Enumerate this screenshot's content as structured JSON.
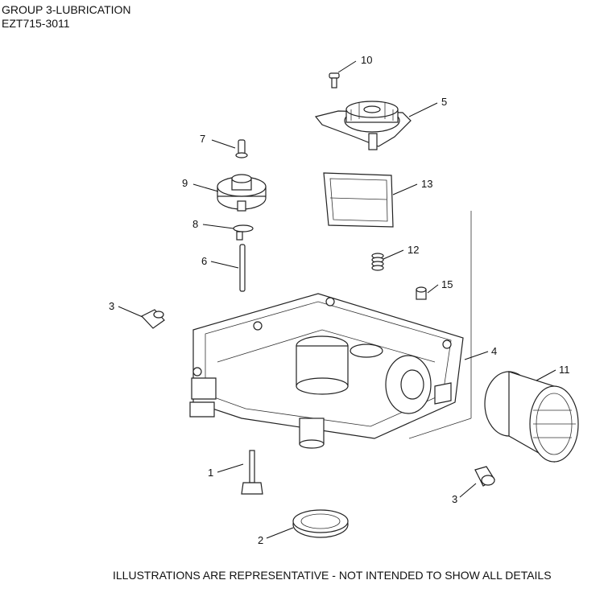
{
  "header": {
    "group_title": "GROUP 3-LUBRICATION",
    "model_code": "EZT715-3011"
  },
  "callouts": [
    "10",
    "5",
    "7",
    "9",
    "13",
    "8",
    "12",
    "6",
    "15",
    "3",
    "4",
    "11",
    "1",
    "3",
    "2"
  ],
  "footer": {
    "disclaimer": "ILLUSTRATIONS ARE REPRESENTATIVE - NOT INTENDED TO SHOW ALL DETAILS"
  }
}
